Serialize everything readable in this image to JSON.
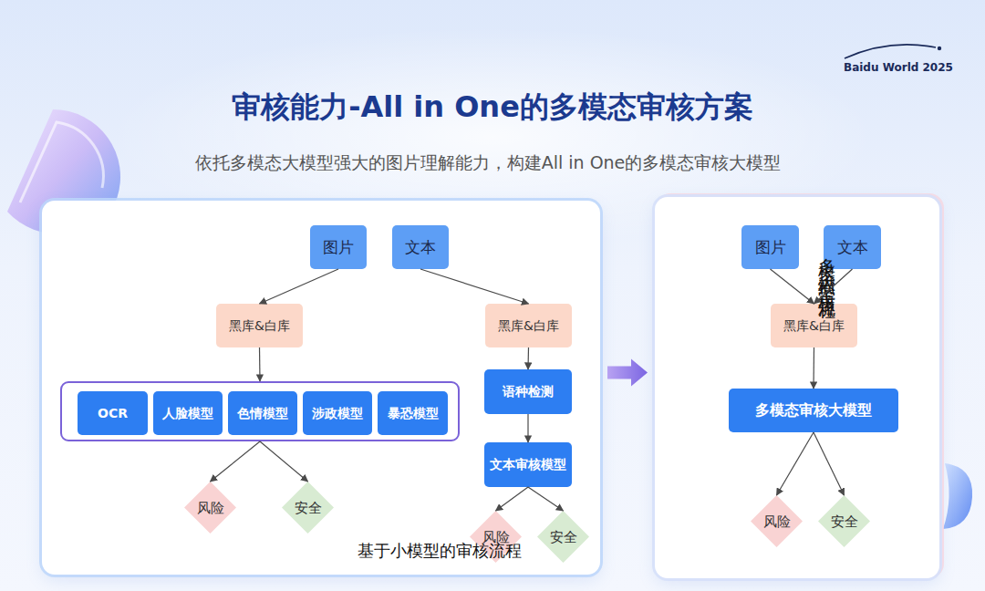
{
  "diagram": {
    "title": "审核能力-All in One的多模态审核方案",
    "nodes": [
      {
        "text": [
          "基于小模型的审核流程"
        ]
      },
      {
        "text": [
          "图片"
        ],
        "in": 0
      },
      {
        "text": [
          "文本"
        ],
        "in": 0
      },
      {
        "text": [
          "黑库&白库"
        ],
        "in": 0
      },
      {
        "text": [
          "黑库&白库"
        ],
        "in": 0
      },
      {
        "text": [],
        "in": 0
      },
      {
        "text": [
          "OCR"
        ],
        "in": 5
      },
      {
        "text": [
          "人脸模型"
        ],
        "in": 5
      },
      {
        "text": [
          "色情模型"
        ],
        "in": 5
      },
      {
        "text": [
          "涉政模型"
        ],
        "in": 5
      },
      {
        "text": [
          "暴恐模型"
        ],
        "in": 5
      },
      {
        "text": [
          "语种检测"
        ],
        "in": 0
      },
      {
        "text": [
          "文本审核模型"
        ],
        "in": 0
      },
      {
        "text": [
          "风险"
        ],
        "in": 0
      },
      {
        "text": [
          "安全"
        ],
        "in": 0
      },
      {
        "text": [
          "风险"
        ],
        "in": 0
      },
      {
        "text": [
          "安全"
        ],
        "in": 0
      },
      {
        "text": [
          "多模态大模型审核流程"
        ]
      },
      {
        "text": [
          "图片"
        ],
        "in": 17
      },
      {
        "text": [
          "文本"
        ],
        "in": 17
      },
      {
        "text": [
          "黑库&白库"
        ],
        "in": 17
      },
      {
        "text": [
          "多模态审核大模型"
        ],
        "in": 17
      },
      {
        "text": [
          "风险"
        ],
        "in": 17
      },
      {
        "text": [
          "安全"
        ],
        "in": 17
      }
    ],
    "edges": [
      {
        "from": 1,
        "to": 3,
        "arrow": "to"
      },
      {
        "from": 2,
        "to": 4,
        "arrow": "to"
      },
      {
        "from": 3,
        "to": 5,
        "arrow": "to"
      },
      {
        "from": 5,
        "to": 13,
        "arrow": "to"
      },
      {
        "from": 5,
        "to": 14,
        "arrow": "to"
      },
      {
        "from": 4,
        "to": 11,
        "arrow": "to"
      },
      {
        "from": 11,
        "to": 12,
        "arrow": "to"
      },
      {
        "from": 12,
        "to": 15,
        "arrow": "to"
      },
      {
        "from": 12,
        "to": 16,
        "arrow": "to"
      },
      {
        "from": 0,
        "to": 17,
        "arrow": "to"
      },
      {
        "from": 18,
        "to": 20,
        "arrow": "to"
      },
      {
        "from": 19,
        "to": 20,
        "arrow": "to"
      },
      {
        "from": 20,
        "to": 21,
        "arrow": "to"
      },
      {
        "from": 21,
        "to": 22,
        "arrow": "to"
      },
      {
        "from": 21,
        "to": 23,
        "arrow": "to"
      }
    ],
    "labels": [
      "Baidu World 2025",
      "依托多模态大模型强大的图片理解能力，构建All in One的多模态审核大模型"
    ]
  }
}
